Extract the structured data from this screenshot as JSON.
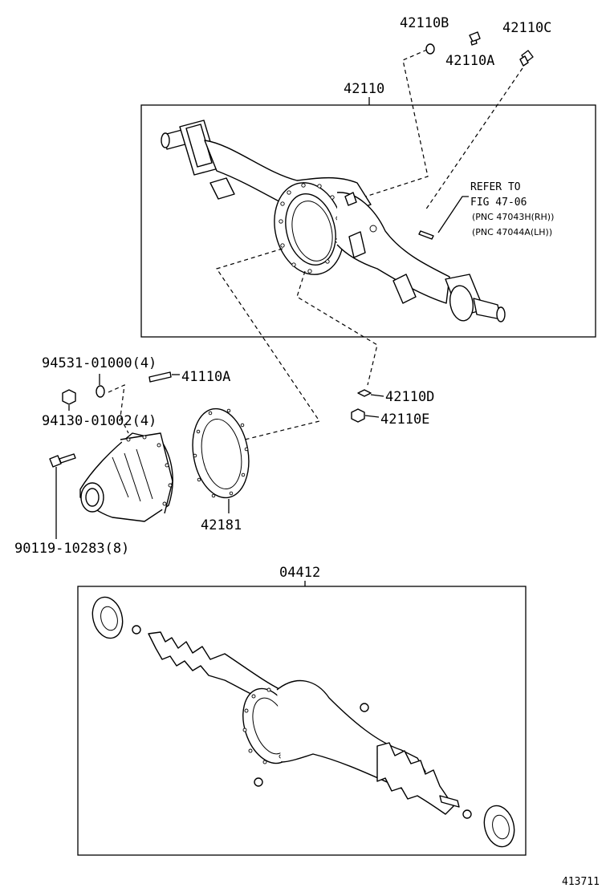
{
  "parts": {
    "p42110B": "42110B",
    "p42110C": "42110C",
    "p42110A": "42110A",
    "p42110": "42110",
    "refer_line1": "REFER TO",
    "refer_line2": "FIG 47-06",
    "refer_line3": "(PNC 47043H(RH))",
    "refer_line4": "(PNC 47044A(LH))",
    "p94531": "94531-01000(4)",
    "p41110A": "41110A",
    "p94130": "94130-01002(4)",
    "p42110D": "42110D",
    "p42110E": "42110E",
    "p42181": "42181",
    "p90119": "90119-10283(8)",
    "p04412": "04412"
  },
  "figure_id": "413711"
}
